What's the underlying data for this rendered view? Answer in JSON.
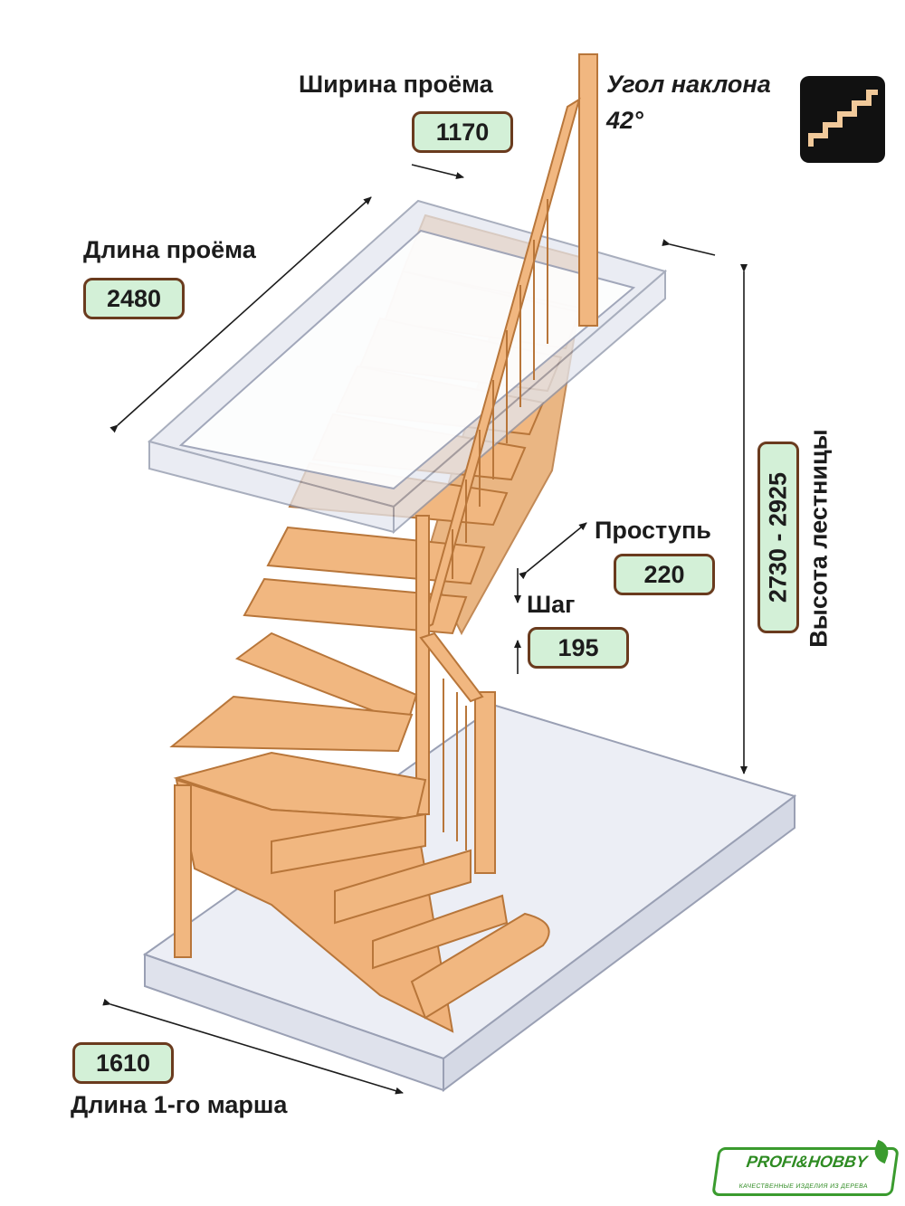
{
  "opening_width": {
    "label": "Ширина проёма",
    "value": "1170"
  },
  "incline": {
    "label": "Угол наклона",
    "value": "42°",
    "icon": "stairs-icon"
  },
  "opening_length": {
    "label": "Длина проёма",
    "value": "2480"
  },
  "tread_depth": {
    "label": "Проступь",
    "value": "220"
  },
  "step_height": {
    "label": "Шаг",
    "value": "195"
  },
  "stair_height": {
    "label": "Высота лестницы",
    "value": "2730 - 2925"
  },
  "first_flight_length": {
    "label": "Длина 1-го марша",
    "value": "1610"
  },
  "logo": {
    "brand": "PROFI&HOBBY",
    "tagline": "КАЧЕСТВЕННЫЕ ИЗДЕЛИЯ ИЗ ДЕРЕВА"
  },
  "colors": {
    "pill_fill": "#d3f0d7",
    "pill_border": "#6a3b1e",
    "wood": "#f1b780",
    "wood_edge": "#b8763a",
    "glass": "#e3e6ef",
    "logo_green": "#3a9b2e"
  }
}
